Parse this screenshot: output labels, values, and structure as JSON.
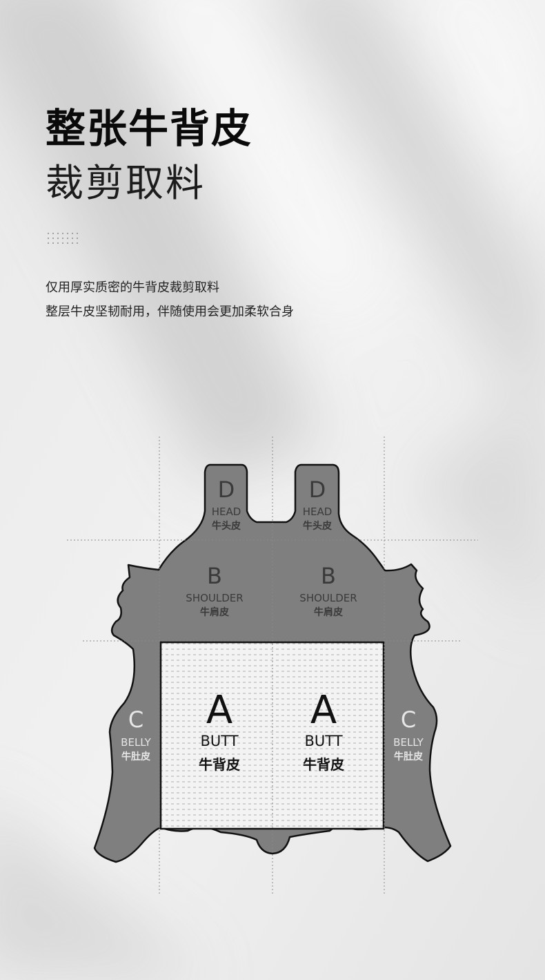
{
  "header": {
    "title_bold": "整张牛背皮",
    "title_light": "裁剪取料"
  },
  "description": [
    "仅用厚实质密的牛背皮裁剪取料",
    "整层牛皮坚韧耐用，伴随使用会更加柔软合身"
  ],
  "hide_diagram": {
    "head": {
      "letter": "D",
      "en": "HEAD",
      "cn": "牛头皮"
    },
    "shoulder": {
      "letter": "B",
      "en": "SHOULDER",
      "cn": "牛肩皮"
    },
    "butt": {
      "letter": "A",
      "en": "BUTT",
      "cn": "牛背皮"
    },
    "belly": {
      "letter": "C",
      "en": "BELLY",
      "cn": "牛肚皮"
    }
  },
  "colors": {
    "hide_fill": "#7f7f7f",
    "butt_fill": "#f2f2f2",
    "outline": "#111111",
    "label_dark": "#3a3a3a",
    "label_light": "#f2f2f2"
  }
}
